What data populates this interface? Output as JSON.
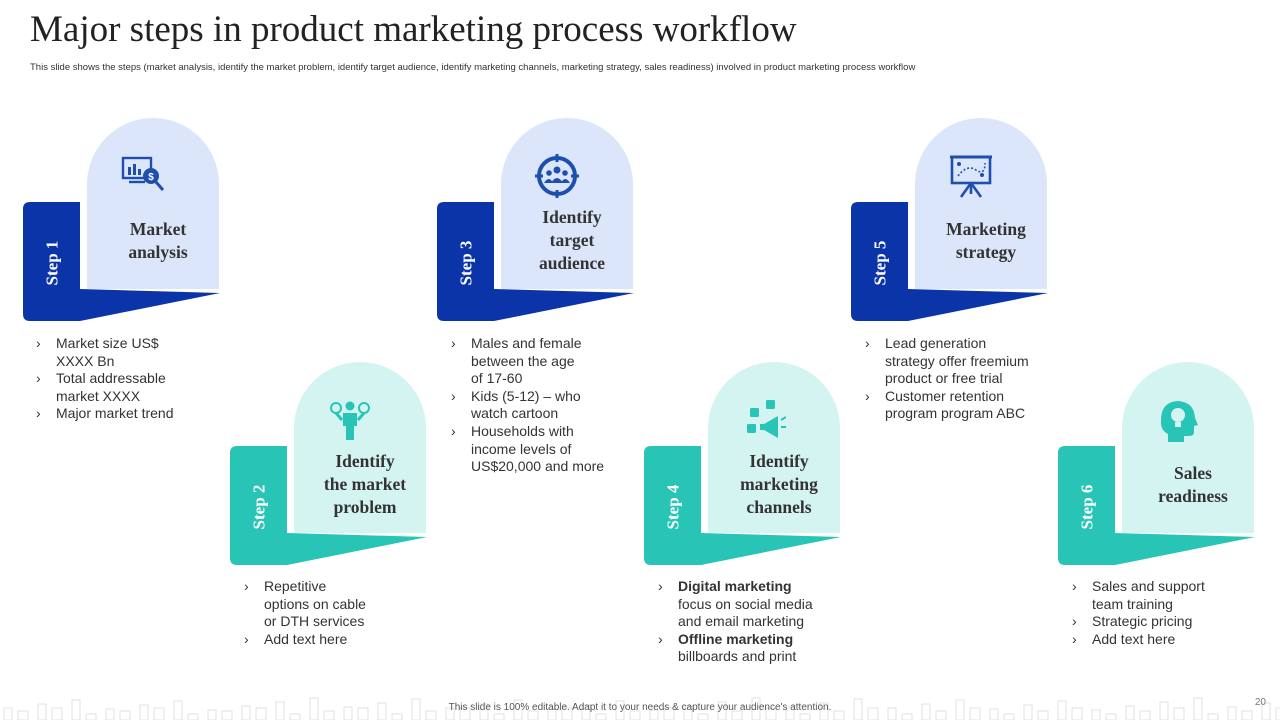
{
  "title": "Major steps in product marketing process workflow",
  "subtitle": "This slide shows the steps (market analysis, identify the market problem, identify target audience, identify marketing channels, marketing strategy, sales readiness) involved in product marketing process workflow",
  "colors": {
    "blue_dark": "#0a34a8",
    "blue_light": "#dce6fb",
    "teal_dark": "#28c4b6",
    "teal_light": "#d4f4f2",
    "blue_icon": "#1f4fae",
    "teal_icon": "#28c4b6"
  },
  "steps": [
    {
      "step": "Step 1",
      "title_lines": [
        "Market",
        "analysis"
      ],
      "icon": "analytics-search-icon",
      "bullets": [
        [
          "Market size US$",
          "XXXX  Bn"
        ],
        [
          "Total addressable",
          "market XXXX"
        ],
        [
          "Major market trend"
        ]
      ]
    },
    {
      "step": "Step 2",
      "title_lines": [
        "Identify",
        "the market",
        "problem"
      ],
      "icon": "person-question-icon",
      "bullets": [
        [
          "Repetitive",
          "options on cable",
          "or DTH services"
        ],
        [
          "Add text here"
        ]
      ]
    },
    {
      "step": "Step 3",
      "title_lines": [
        "Identify",
        "target",
        "audience"
      ],
      "icon": "target-audience-icon",
      "bullets": [
        [
          "Males and female",
          "between the age",
          " of 17-60"
        ],
        [
          "Kids (5-12) – who",
          "watch cartoon"
        ],
        [
          "Households with",
          "income levels of",
          "US$20,000 and more"
        ]
      ]
    },
    {
      "step": "Step 4",
      "title_lines": [
        "Identify",
        "marketing",
        "channels"
      ],
      "icon": "social-megaphone-icon",
      "bullets": [
        {
          "bold": "Digital marketing",
          "lines": [
            "focus on social media",
            "and email marketing"
          ]
        },
        {
          "bold": "Offline marketing",
          "lines": [
            "billboards and print"
          ]
        }
      ]
    },
    {
      "step": "Step 5",
      "title_lines": [
        "Marketing",
        "strategy"
      ],
      "icon": "strategy-board-icon",
      "bullets": [
        [
          "Lead generation",
          "strategy offer freemium",
          "product or free trial"
        ],
        [
          "Customer retention",
          "program program ABC"
        ]
      ]
    },
    {
      "step": "Step 6",
      "title_lines": [
        "Sales",
        "readiness"
      ],
      "icon": "head-lightbulb-icon",
      "bullets": [
        [
          "Sales and support",
          "team training"
        ],
        [
          "Strategic pricing"
        ],
        [
          "Add text here"
        ]
      ]
    }
  ],
  "bullet_glyph": "›",
  "footer": "This slide is 100% editable. Adapt it to your needs & capture your audience's attention.",
  "page_number": "20"
}
